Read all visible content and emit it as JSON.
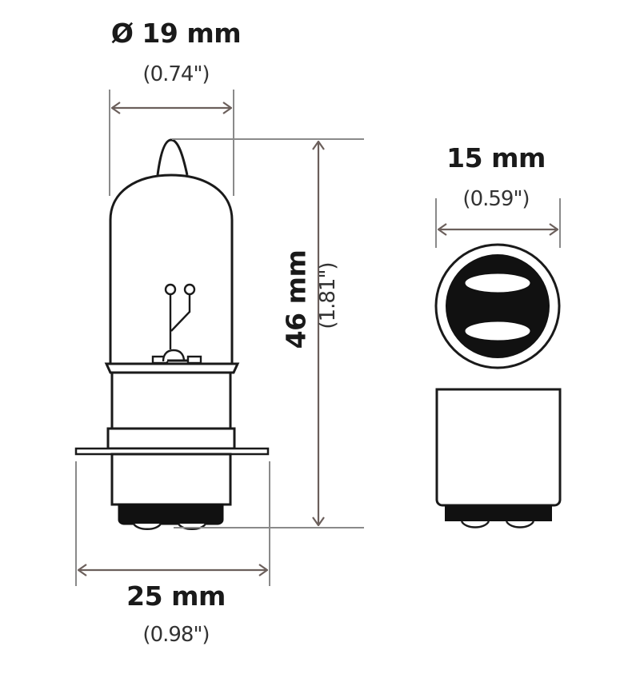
{
  "diagram": {
    "subject": "Bulb dimension drawing",
    "colors": {
      "outline": "#1a1a1a",
      "dimension_line": "#6b5f5b",
      "extension_line": "#8a8a8a",
      "fill_dark": "#111111",
      "background": "#ffffff"
    },
    "views": [
      {
        "name": "side-view",
        "label": "Side view of bulb"
      },
      {
        "name": "end-view",
        "label": "End view of base"
      }
    ],
    "dimensions": {
      "bulb_diameter": {
        "mm_label": "Ø 19 mm",
        "inch_label": "(0.74\")"
      },
      "overall_length": {
        "mm_label": "46 mm",
        "inch_label": "(1.81\")"
      },
      "flange_width": {
        "mm_label": "25 mm",
        "inch_label": "(0.98\")"
      },
      "base_diameter": {
        "mm_label": "15 mm",
        "inch_label": "(0.59\")"
      }
    }
  }
}
